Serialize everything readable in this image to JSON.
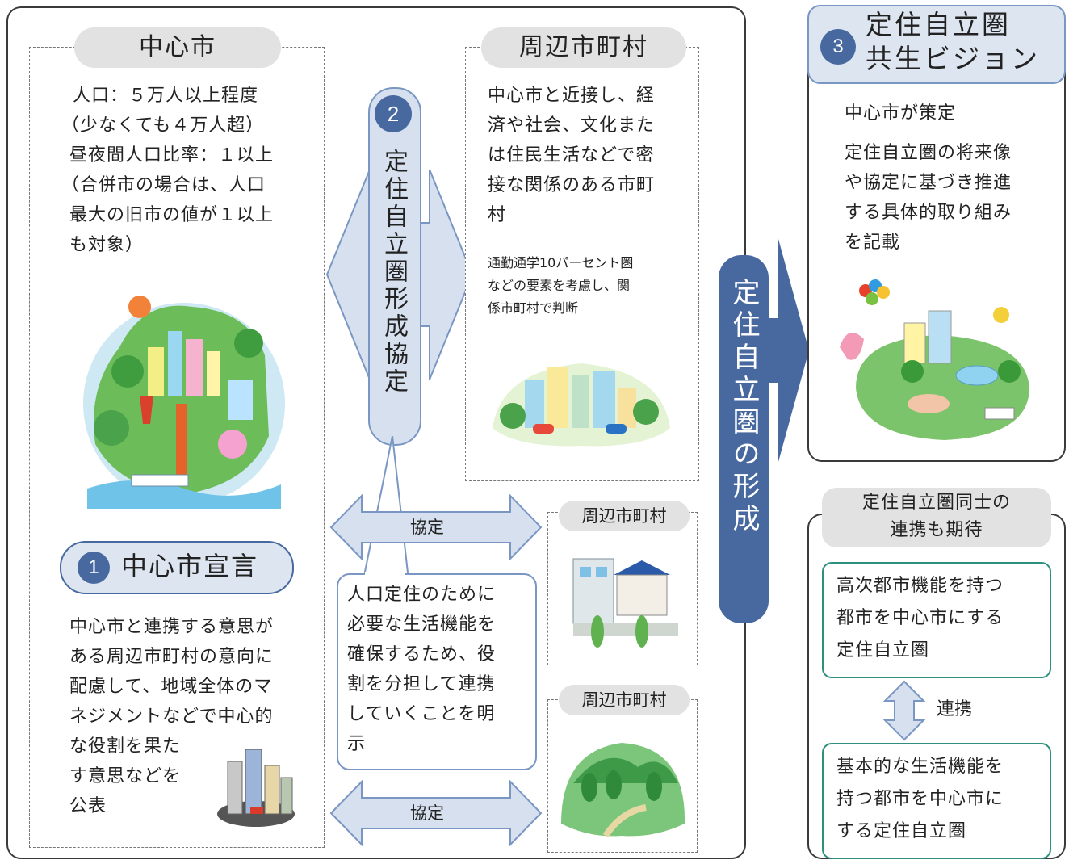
{
  "central_city": {
    "heading": "中心市",
    "description_lines": [
      "人口：５万人以上程度",
      "（少なくても４万人超）",
      "昼夜間人口比率：１以上",
      "（合併市の場合は、人口",
      "最大の旧市の値が１以上",
      "も対象）"
    ],
    "declaration": {
      "number": "1",
      "title": "中心市宣言",
      "lines": [
        "中心市と連携する意思が",
        "ある周辺市町村の意向に",
        "配慮して、地域全体のマ",
        "ネジメントなどで中心的",
        "な役割を果た",
        "す意思などを",
        "公表"
      ]
    }
  },
  "agreement": {
    "number": "2",
    "title": "定住自立圏形成協定",
    "note_lines": [
      "人口定住のために",
      "必要な生活機能を",
      "確保するため、役",
      "割を分担して連携",
      "していくことを明",
      "示"
    ],
    "arrow_label_upper": "協定",
    "arrow_label_lower": "協定"
  },
  "surrounding": {
    "heading": "周辺市町村",
    "description_lines": [
      "中心市と近接し、経",
      "済や社会、文化また",
      "は住民生活などで密",
      "接な関係のある市町",
      "村"
    ],
    "small_lines": [
      "通勤通学10パーセント圏",
      "などの要素を考慮し、関",
      "係市町村で判断"
    ],
    "small_heading_1": "周辺市町村",
    "small_heading_2": "周辺市町村"
  },
  "formation": {
    "label": "定住自立圏の形成"
  },
  "vision": {
    "number": "3",
    "title_lines": [
      "定住自立圏",
      "共生ビジョン"
    ],
    "lines": [
      "中心市が策定",
      "定住自立圏の将来像",
      "や協定に基づき推進",
      "する具体的取り組み",
      "を記載"
    ]
  },
  "cooperation": {
    "heading_lines": [
      "定住自立圏同士の",
      "連携も期待"
    ],
    "box1_lines": [
      "高次都市機能を持つ",
      "都市を中心市にする",
      "定住自立圏"
    ],
    "link_label": "連携",
    "box2_lines": [
      "基本的な生活機能を",
      "持つ都市を中心市に",
      "する定住自立圏"
    ]
  }
}
